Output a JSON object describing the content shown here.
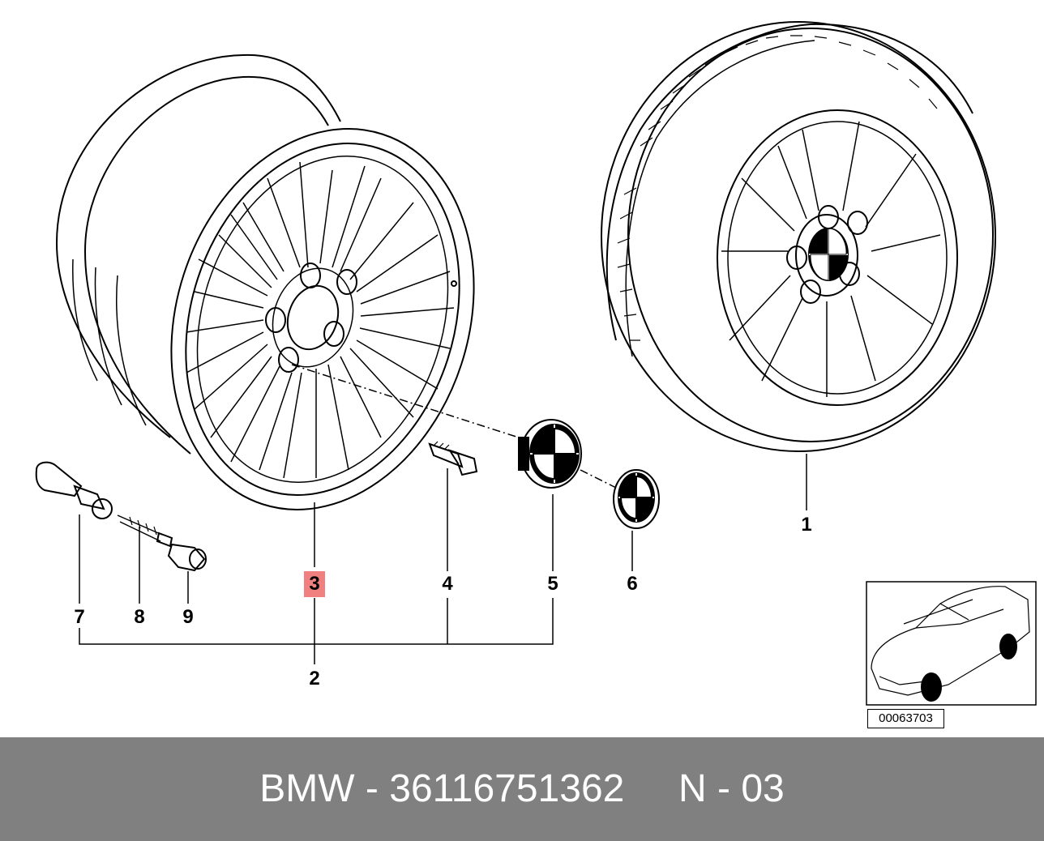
{
  "diagram": {
    "callouts": [
      {
        "id": "1",
        "label": "1"
      },
      {
        "id": "2",
        "label": "2"
      },
      {
        "id": "3",
        "label": "3",
        "highlighted": true
      },
      {
        "id": "4",
        "label": "4"
      },
      {
        "id": "5",
        "label": "5"
      },
      {
        "id": "6",
        "label": "6"
      },
      {
        "id": "7",
        "label": "7"
      },
      {
        "id": "8",
        "label": "8"
      },
      {
        "id": "9",
        "label": "9"
      }
    ],
    "highlight_color": "#f08080",
    "inset_code": "00063703"
  },
  "footer": {
    "text": "BMW - 36116751362     N - 03",
    "background": "#808080",
    "text_color": "#ffffff"
  }
}
